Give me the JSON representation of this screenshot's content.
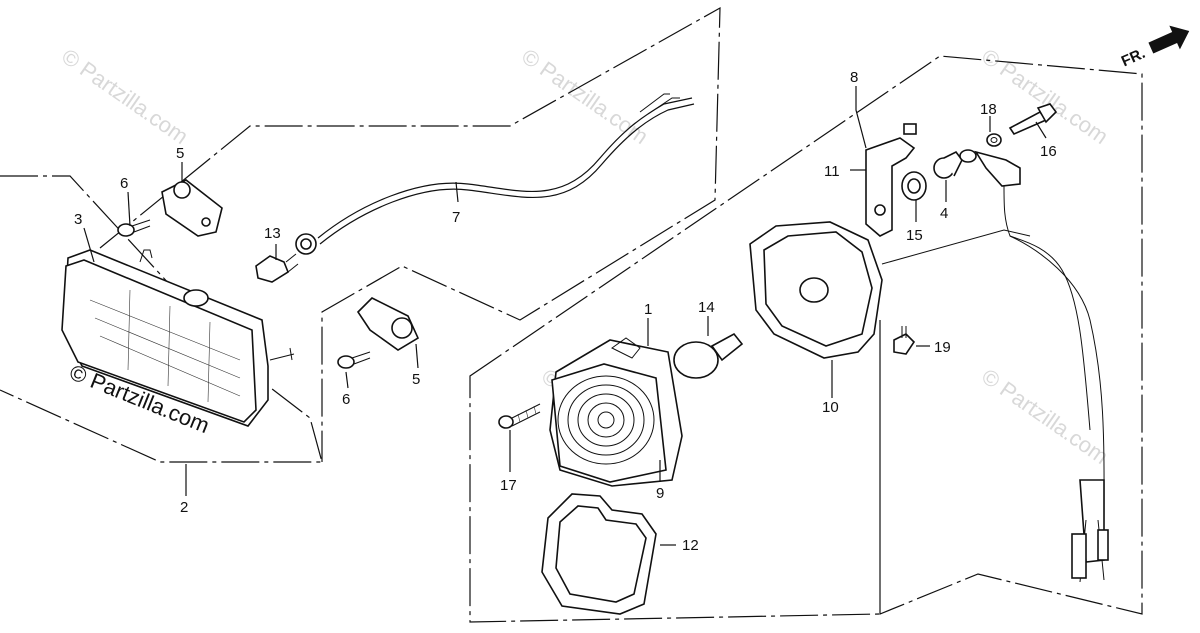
{
  "watermark": {
    "main": "© Partzilla.com",
    "faint": "© Partzilla.com"
  },
  "direction": {
    "label": "FR."
  },
  "callouts": {
    "c1": "1",
    "c2": "2",
    "c3": "3",
    "c4": "4",
    "c5a": "5",
    "c5b": "5",
    "c6a": "6",
    "c6b": "6",
    "c7": "7",
    "c8": "8",
    "c9": "9",
    "c10": "10",
    "c11": "11",
    "c12": "12",
    "c13": "13",
    "c14": "14",
    "c15": "15",
    "c16": "16",
    "c17": "17",
    "c18": "18",
    "c19": "19"
  }
}
